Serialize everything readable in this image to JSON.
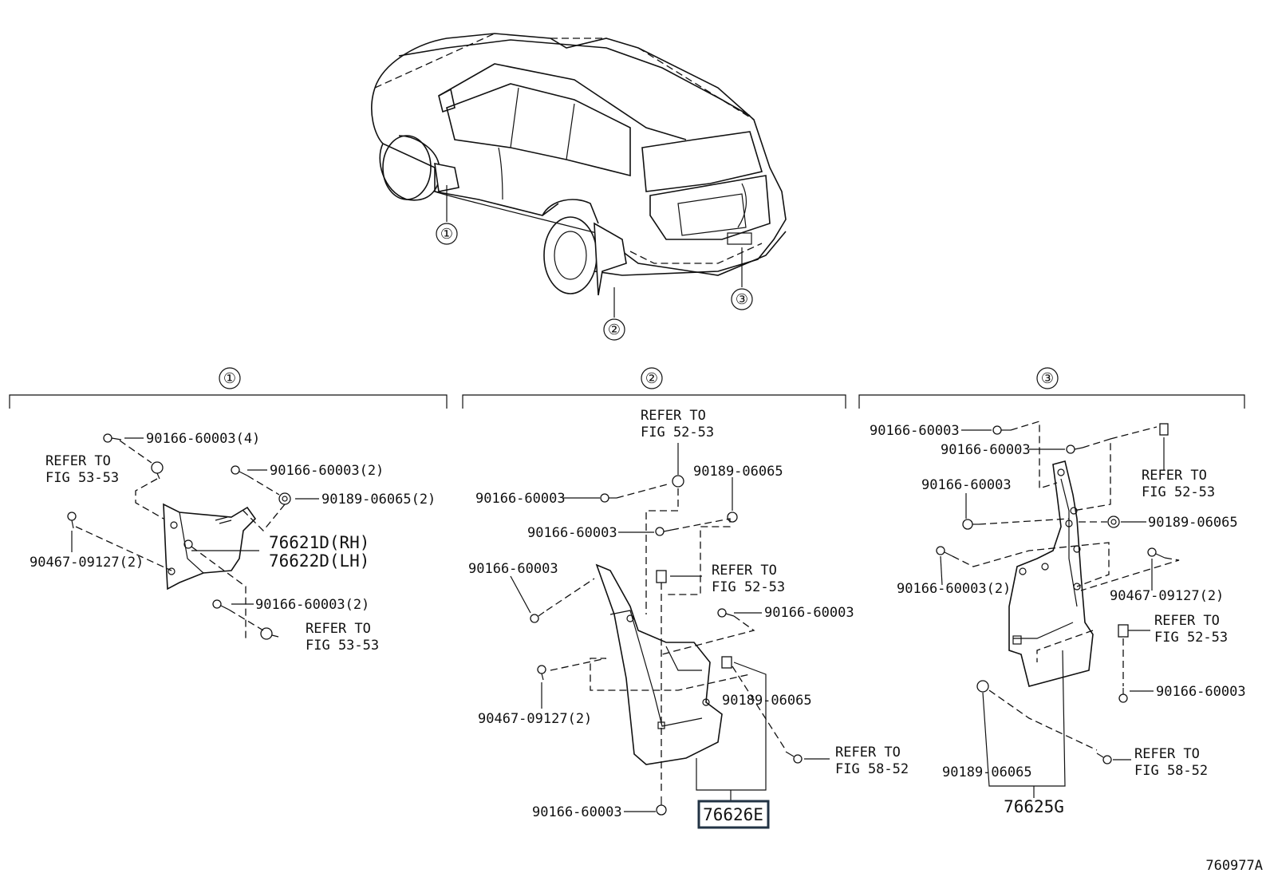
{
  "figure_code": "760977A",
  "vehicle": {
    "callouts": [
      "①",
      "②",
      "③"
    ]
  },
  "sections": [
    {
      "marker": "①",
      "labels": {
        "p1": "90166-60003(4)",
        "ref1a": "REFER TO",
        "ref1b": "FIG 53-53",
        "p2": "90166-60003(2)",
        "p3": "90189-06065(2)",
        "p4": "90467-09127(2)",
        "main_rh": "76621D(RH)",
        "main_lh": "76622D(LH)",
        "p5": "90166-60003(2)",
        "ref2a": "REFER TO",
        "ref2b": "FIG 53-53"
      }
    },
    {
      "marker": "②",
      "labels": {
        "ref_top_a": "REFER TO",
        "ref_top_b": "FIG 52-53",
        "p1": "90189-06065",
        "p2": "90166-60003",
        "p3": "90166-60003",
        "p4": "90166-60003",
        "ref_mid_a": "REFER TO",
        "ref_mid_b": "FIG 52-53",
        "p5": "90166-60003",
        "p6": "90189-06065",
        "p7": "90467-09127(2)",
        "ref_low_a": "REFER TO",
        "ref_low_b": "FIG 58-52",
        "p8": "90166-60003",
        "main": "76626E"
      }
    },
    {
      "marker": "③",
      "labels": {
        "p1": "90166-60003",
        "p2": "90166-60003",
        "ref_top_a": "REFER TO",
        "ref_top_b": "FIG 52-53",
        "p3": "90166-60003",
        "p4": "90189-06065",
        "p5": "90166-60003(2)",
        "p6": "90467-09127(2)",
        "ref_mid_a": "REFER TO",
        "ref_mid_b": "FIG 52-53",
        "p7": "90166-60003",
        "ref_low_a": "REFER TO",
        "ref_low_b": "FIG 58-52",
        "p8": "90189-06065",
        "main": "76625G"
      }
    }
  ]
}
